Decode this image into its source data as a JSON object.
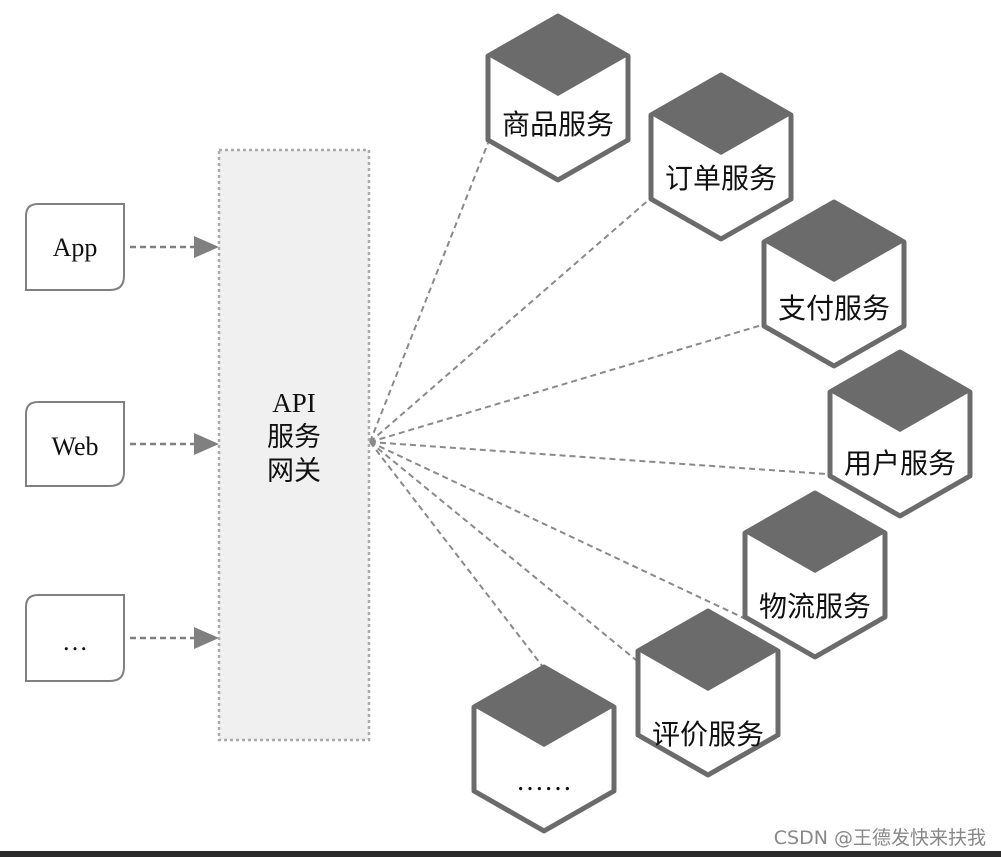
{
  "clients": [
    {
      "id": "app",
      "label": "App"
    },
    {
      "id": "web",
      "label": "Web"
    },
    {
      "id": "other",
      "label": "…"
    }
  ],
  "gateway": {
    "lines": [
      "API",
      "服务",
      "网关"
    ]
  },
  "services": [
    {
      "id": "product",
      "label": "商品服务"
    },
    {
      "id": "order",
      "label": "订单服务"
    },
    {
      "id": "payment",
      "label": "支付服务"
    },
    {
      "id": "user",
      "label": "用户服务"
    },
    {
      "id": "logistics",
      "label": "物流服务"
    },
    {
      "id": "review",
      "label": "评价服务"
    },
    {
      "id": "more",
      "label": "……"
    }
  ],
  "watermark": "CSDN @王德发快来扶我",
  "colors": {
    "cube_top": "#6b6b6b",
    "cube_outline": "#6b6b6b",
    "cube_face": "#ffffff",
    "gateway_fill": "#f0f0f0",
    "gateway_border": "#aaaaaa",
    "arrow": "#808080",
    "dashed_line": "#8a8a8a"
  }
}
